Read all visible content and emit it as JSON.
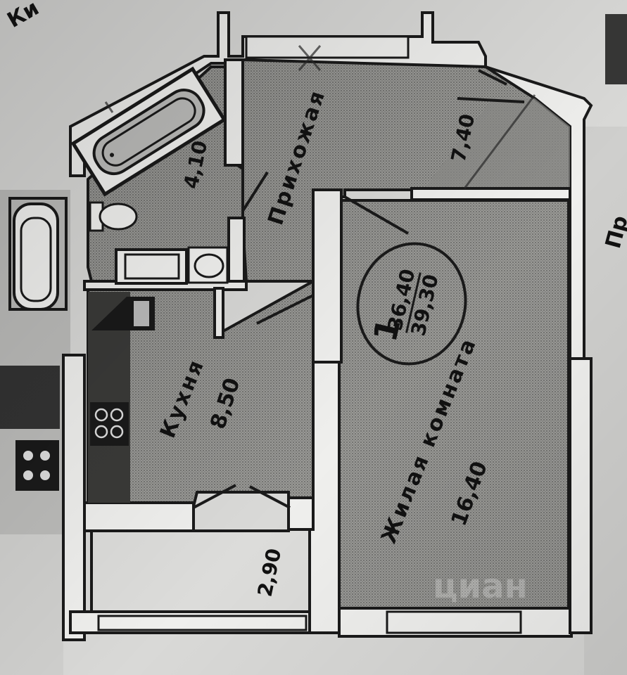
{
  "rooms": {
    "hallway": {
      "name": "Прихожая"
    },
    "bathroom": {
      "area": "4,10"
    },
    "hall_extra": {
      "area": "7,40"
    },
    "kitchen": {
      "name": "Кухня",
      "area": "8,50"
    },
    "living": {
      "name": "Жилая комната",
      "area": "16,40"
    },
    "balcony": {
      "area": "2,90"
    },
    "neighbor_left": {
      "name": "Ки"
    },
    "neighbor_right": {
      "name": "Пр"
    }
  },
  "apartment": {
    "rooms_count": "1",
    "area_living_total": "36,40",
    "area_total": "39,30"
  },
  "watermark": {
    "text": "циан"
  },
  "colors": {
    "wall": "#1a1a1a",
    "wall_fill": "#efefed",
    "room_fill": "#8d8d8a",
    "paper": "#d6d6d4"
  }
}
